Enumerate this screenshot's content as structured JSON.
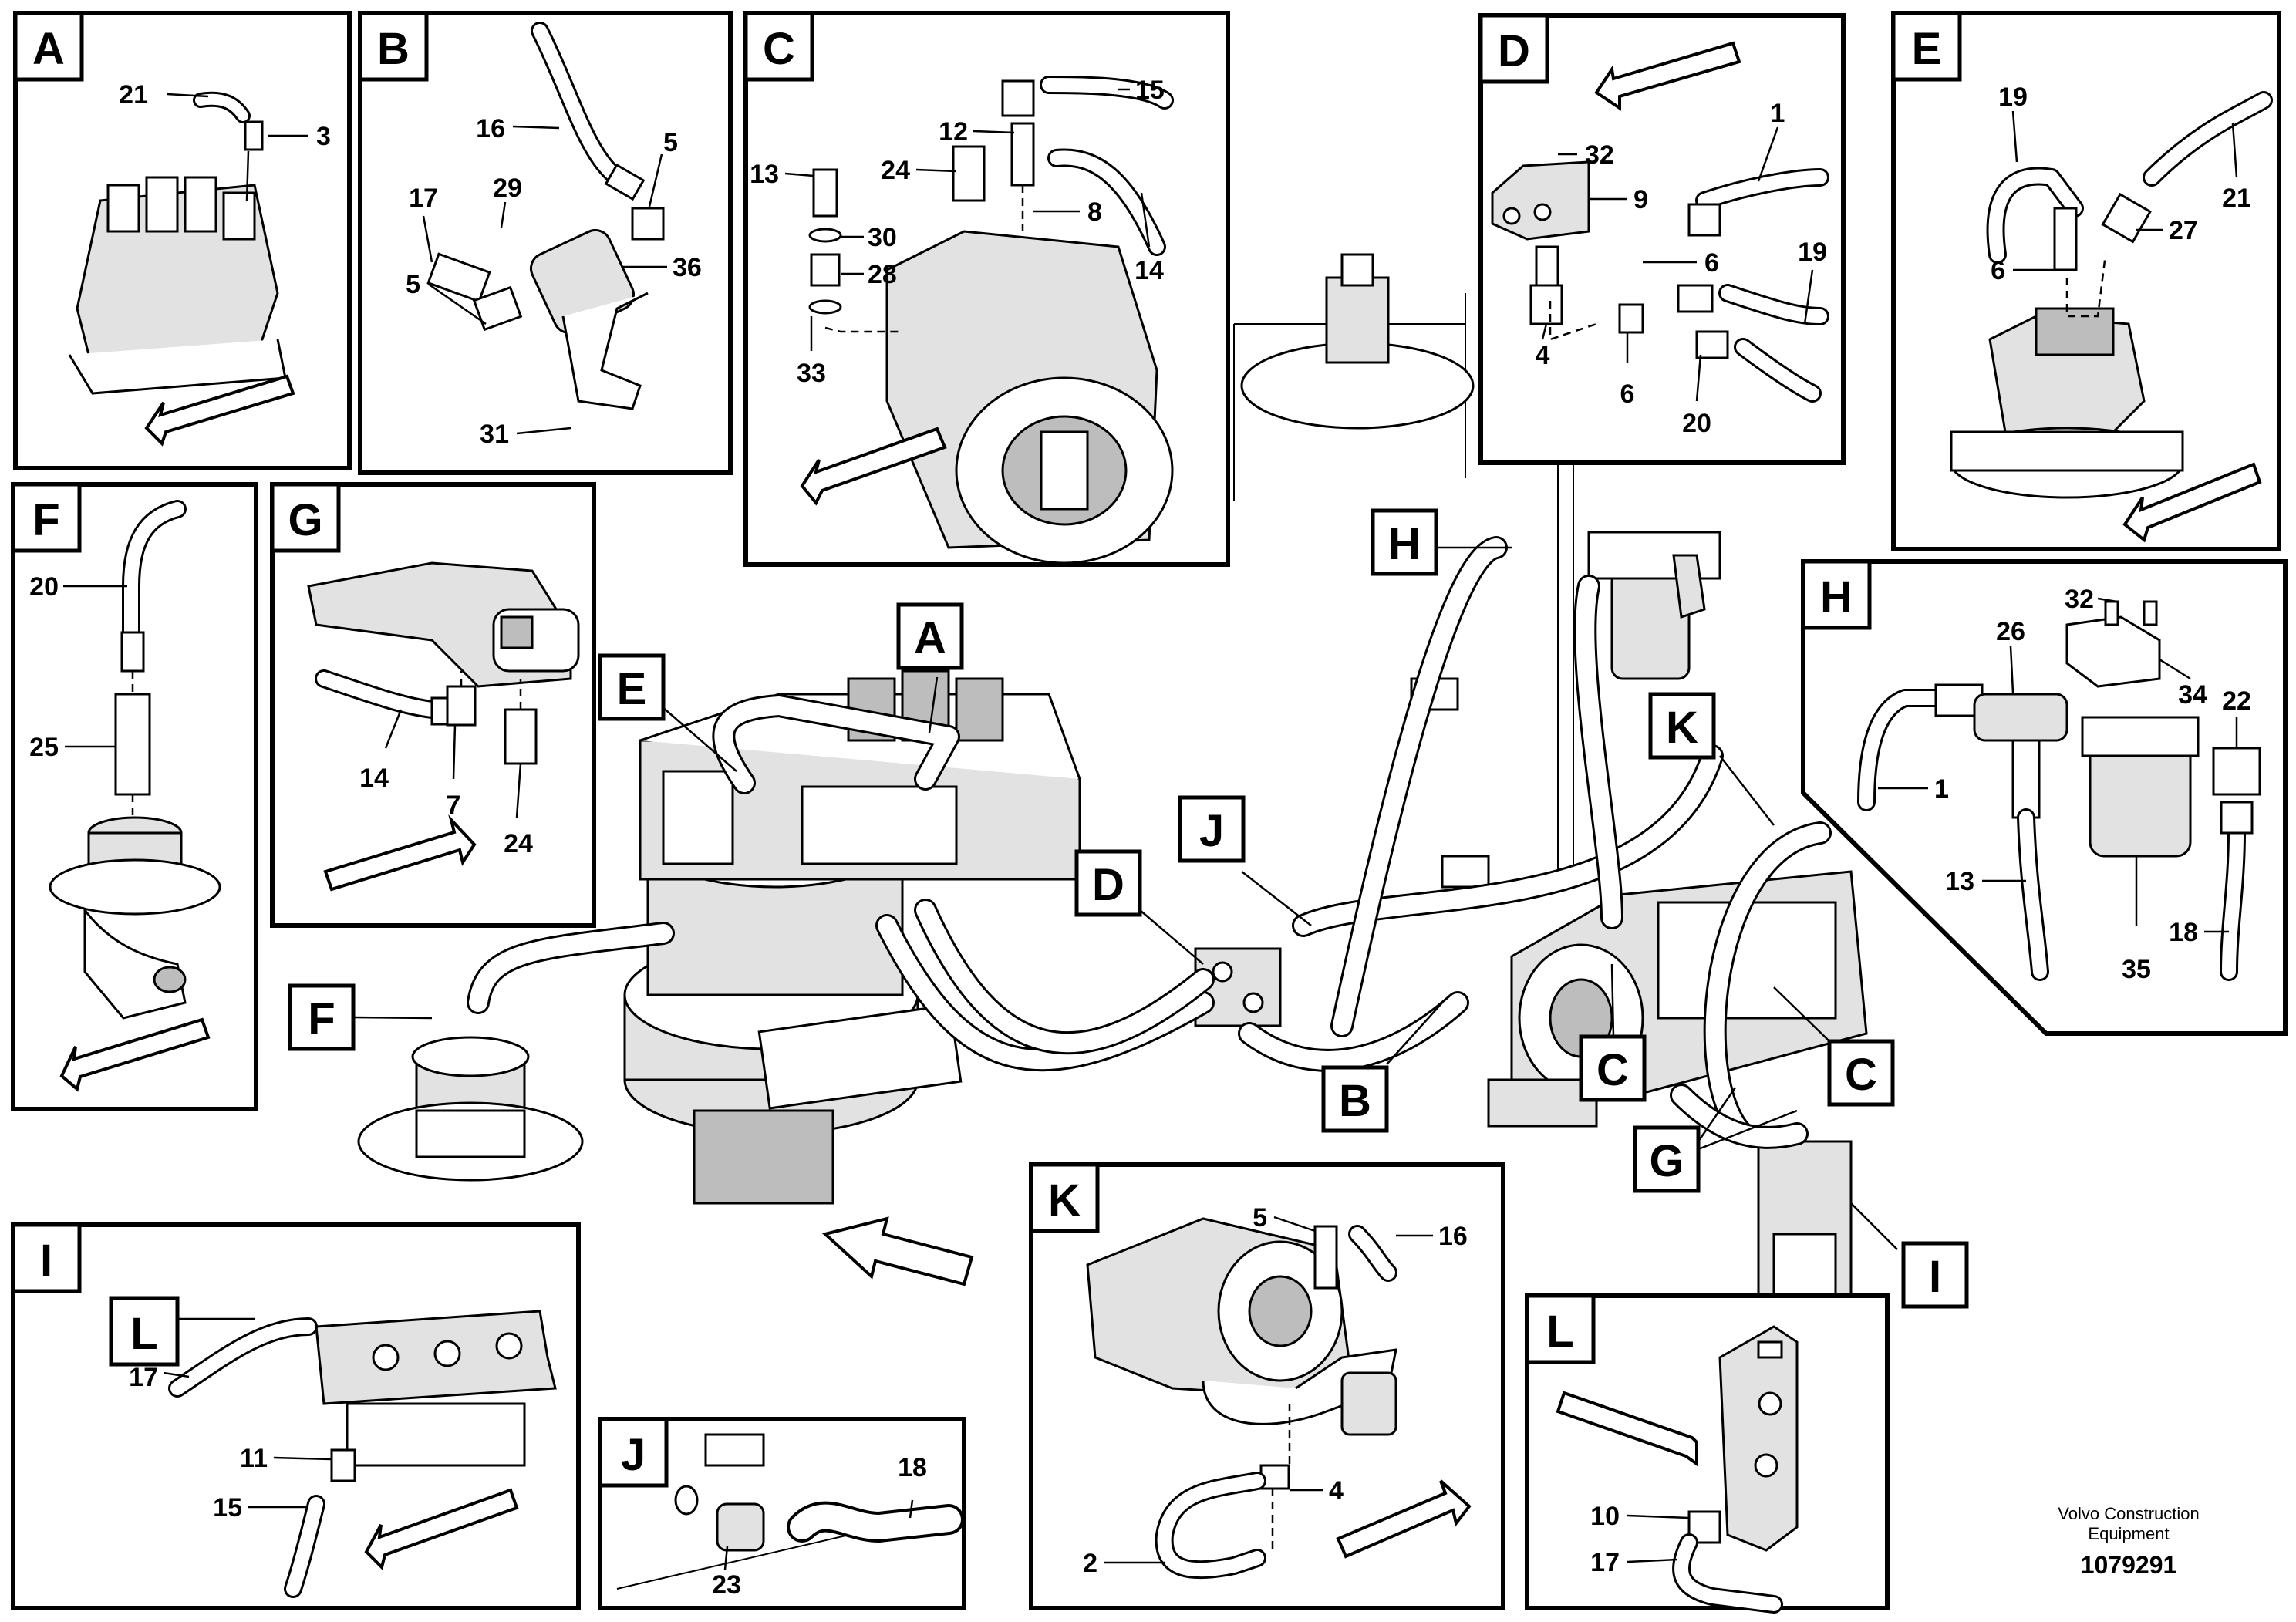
{
  "panels": {
    "A": {
      "tag": "A",
      "callouts": [
        "21",
        "3"
      ]
    },
    "B": {
      "tag": "B",
      "callouts": [
        "16",
        "5",
        "17",
        "29",
        "36",
        "5",
        "31"
      ]
    },
    "C": {
      "tag": "C",
      "callouts": [
        "15",
        "12",
        "24",
        "13",
        "8",
        "30",
        "28",
        "14",
        "33"
      ]
    },
    "D": {
      "tag": "D",
      "callouts": [
        "32",
        "1",
        "9",
        "6",
        "19",
        "4",
        "6",
        "20"
      ]
    },
    "E": {
      "tag": "E",
      "callouts": [
        "19",
        "21",
        "27",
        "6"
      ]
    },
    "F": {
      "tag": "F",
      "callouts": [
        "20",
        "25"
      ]
    },
    "G": {
      "tag": "G",
      "callouts": [
        "14",
        "7",
        "24"
      ]
    },
    "H": {
      "tag": "H",
      "callouts": [
        "32",
        "26",
        "34",
        "22",
        "1",
        "13",
        "35",
        "18"
      ]
    },
    "I": {
      "tag": "I",
      "callouts": [
        "17",
        "11",
        "15"
      ]
    },
    "J": {
      "tag": "J",
      "callouts": [
        "18",
        "23"
      ]
    },
    "K": {
      "tag": "K",
      "callouts": [
        "5",
        "16",
        "4",
        "2"
      ]
    },
    "L": {
      "tag": "L",
      "callouts": [
        "10",
        "17"
      ]
    }
  },
  "labels": {
    "A": "A",
    "B": "B",
    "C": "C",
    "D": "D",
    "E": "E",
    "F": "F",
    "G": "G",
    "H": "H",
    "I": "I",
    "J": "J",
    "K": "K",
    "L": "L"
  },
  "footer": {
    "company_line1": "Volvo Construction",
    "company_line2": "Equipment",
    "doc_number": "1079291"
  }
}
